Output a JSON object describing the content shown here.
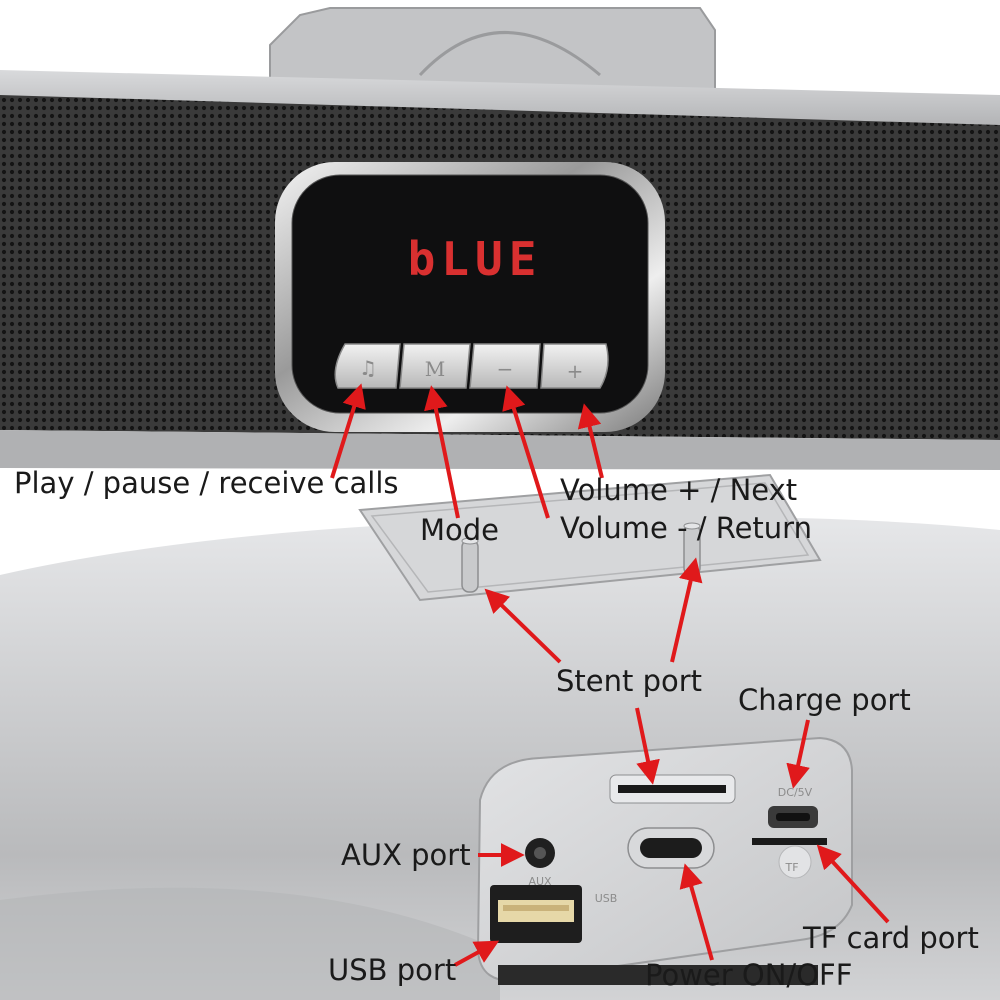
{
  "display": {
    "text": "bLUE"
  },
  "buttons": [
    {
      "glyph": "♫"
    },
    {
      "glyph": "M"
    },
    {
      "glyph": "−"
    },
    {
      "glyph": "+"
    }
  ],
  "port_markings": {
    "aux": "AUX",
    "usb": "USB",
    "dc": "DC/5V",
    "tf": "TF"
  },
  "callouts": {
    "play_pause": "Play / pause / receive calls",
    "mode": "Mode",
    "volume_up": "Volume + / Next",
    "volume_down": "Volume - / Return",
    "stent_port": "Stent port",
    "charge_port": "Charge port",
    "aux_port": "AUX port",
    "usb_port": "USB port",
    "power": "Power ON/OFF",
    "tf_card_port": "TF card port"
  },
  "colors": {
    "arrow": "#e0191b",
    "display_led": "#d93030",
    "grille": "#2c2c2c",
    "body_silver": "#c8c9cb"
  }
}
